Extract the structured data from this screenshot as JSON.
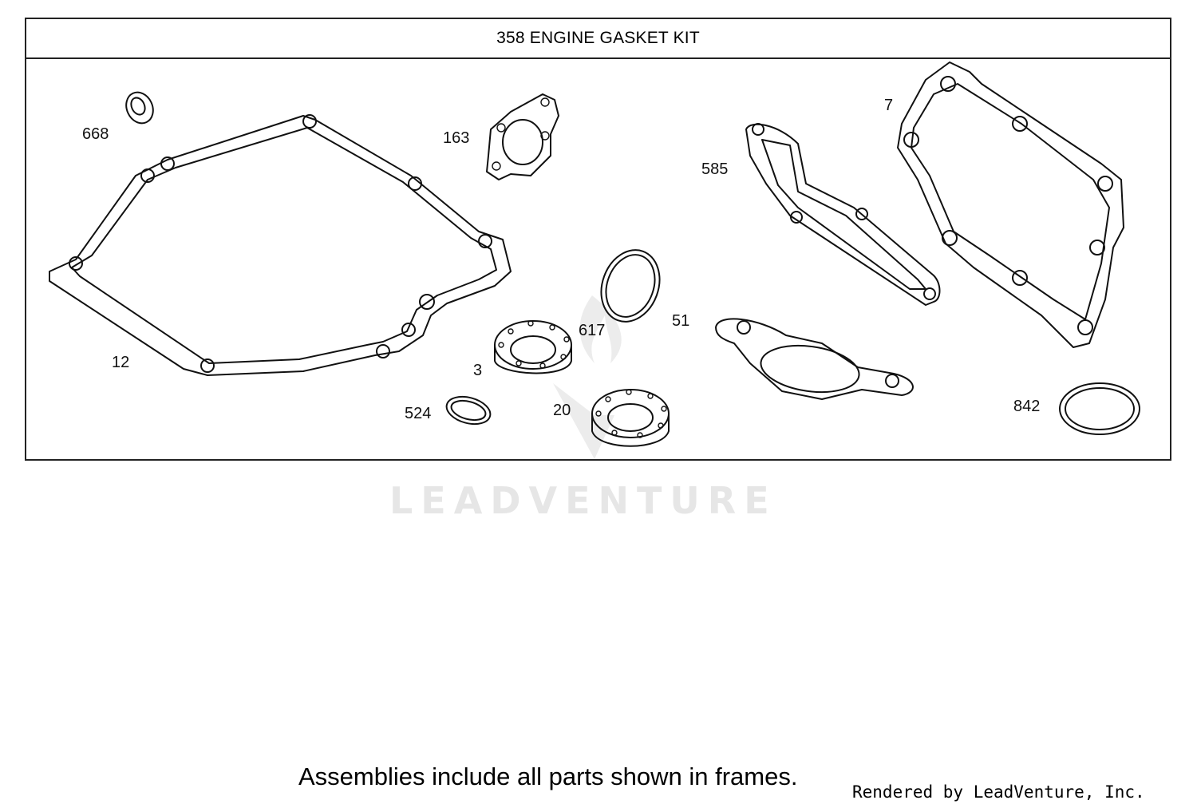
{
  "diagram": {
    "title": "358 ENGINE GASKET KIT",
    "callouts": {
      "c668": "668",
      "c163": "163",
      "c12": "12",
      "c617": "617",
      "c3": "3",
      "c524": "524",
      "c20": "20",
      "c585": "585",
      "c51": "51",
      "c7": "7",
      "c842": "842"
    }
  },
  "watermark": "LEADVENTURE",
  "footer": {
    "note": "Assemblies include all parts shown in frames.",
    "credit": "Rendered by LeadVenture, Inc."
  }
}
